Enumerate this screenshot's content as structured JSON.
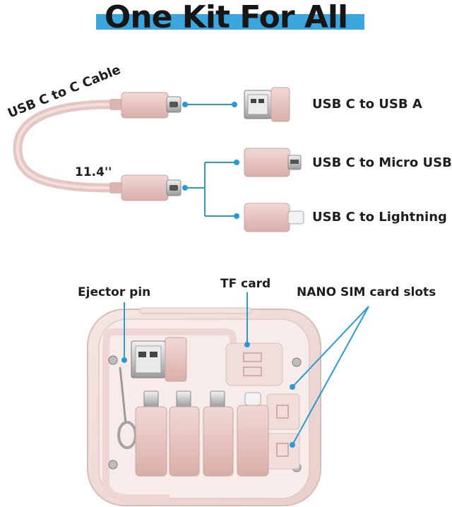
{
  "title": "One Kit For All",
  "accent_color": "#3aa6dd",
  "product_color": "#e8c9c6",
  "cable": {
    "label": "USB C to C Cable",
    "length": "11.4''"
  },
  "adapters": [
    {
      "label": "USB C to USB A",
      "icon": "usb-a-plug-icon"
    },
    {
      "label": "USB C to Micro USB",
      "icon": "micro-usb-plug-icon"
    },
    {
      "label": "USB C to Lightning",
      "icon": "lightning-plug-icon"
    }
  ],
  "case": {
    "ejector_label": "Ejector pin",
    "tf_label": "TF card",
    "sim_label": "NANO SIM card slots"
  }
}
